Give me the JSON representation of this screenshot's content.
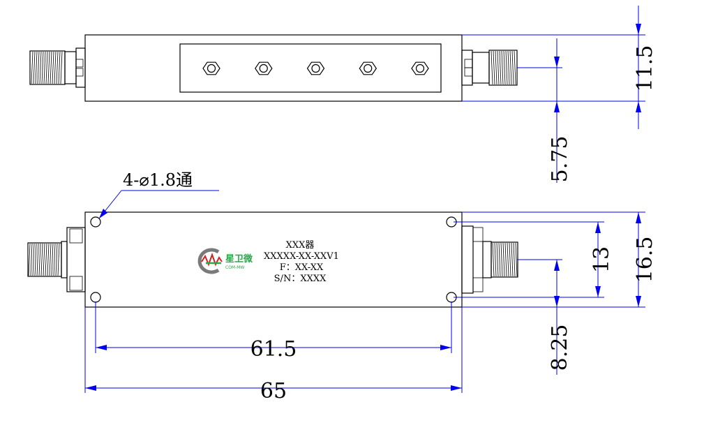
{
  "top_view": {
    "dim_height": "11.5",
    "dim_connector_center": "5.75",
    "screw_count": 5
  },
  "bottom_view": {
    "hole_callout": "4-⌀1.8通",
    "dim_height": "16.5",
    "dim_hole_spacing_y": "13",
    "dim_connector_center": "8.25",
    "dim_hole_spacing_x": "61.5",
    "dim_length": "65",
    "label": {
      "line1": "XXX器",
      "line2": "XXXXX-XX-XXV1",
      "line3": "F：XX-XX",
      "line4": "S/N：XXXX"
    },
    "logo_text": "COM-MW",
    "logo_cn": "星卫微"
  },
  "colors": {
    "outline": "#000000",
    "dimension": "#0000ee",
    "logo_red": "#d42020",
    "logo_green": "#2aa84a",
    "logo_gray": "#7a7a7a"
  }
}
